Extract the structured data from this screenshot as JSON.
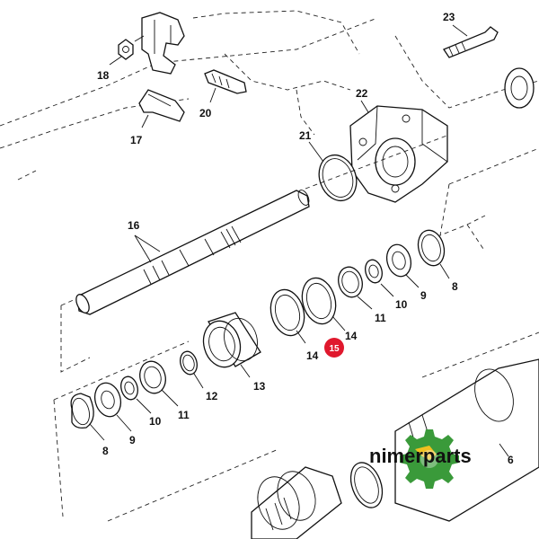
{
  "diagram": {
    "part_labels": [
      {
        "id": "p23",
        "text": "23"
      },
      {
        "id": "p18",
        "text": "18"
      },
      {
        "id": "p20",
        "text": "20"
      },
      {
        "id": "p17",
        "text": "17"
      },
      {
        "id": "p22",
        "text": "22"
      },
      {
        "id": "p21",
        "text": "21"
      },
      {
        "id": "p16",
        "text": "16"
      },
      {
        "id": "p8a",
        "text": "8"
      },
      {
        "id": "p9a",
        "text": "9"
      },
      {
        "id": "p10a",
        "text": "10"
      },
      {
        "id": "p11a",
        "text": "11"
      },
      {
        "id": "p14a",
        "text": "14"
      },
      {
        "id": "p14b",
        "text": "14"
      },
      {
        "id": "p13",
        "text": "13"
      },
      {
        "id": "p12",
        "text": "12"
      },
      {
        "id": "p11b",
        "text": "11"
      },
      {
        "id": "p10b",
        "text": "10"
      },
      {
        "id": "p9b",
        "text": "9"
      },
      {
        "id": "p8b",
        "text": "8"
      },
      {
        "id": "p6",
        "text": "6"
      }
    ],
    "highlight_marker": {
      "text": "15",
      "color": "#e0182d"
    }
  },
  "watermark": {
    "brand_text": "nimerparts",
    "gear_color": "#3a9a3a",
    "accent_color": "#f0c020"
  }
}
